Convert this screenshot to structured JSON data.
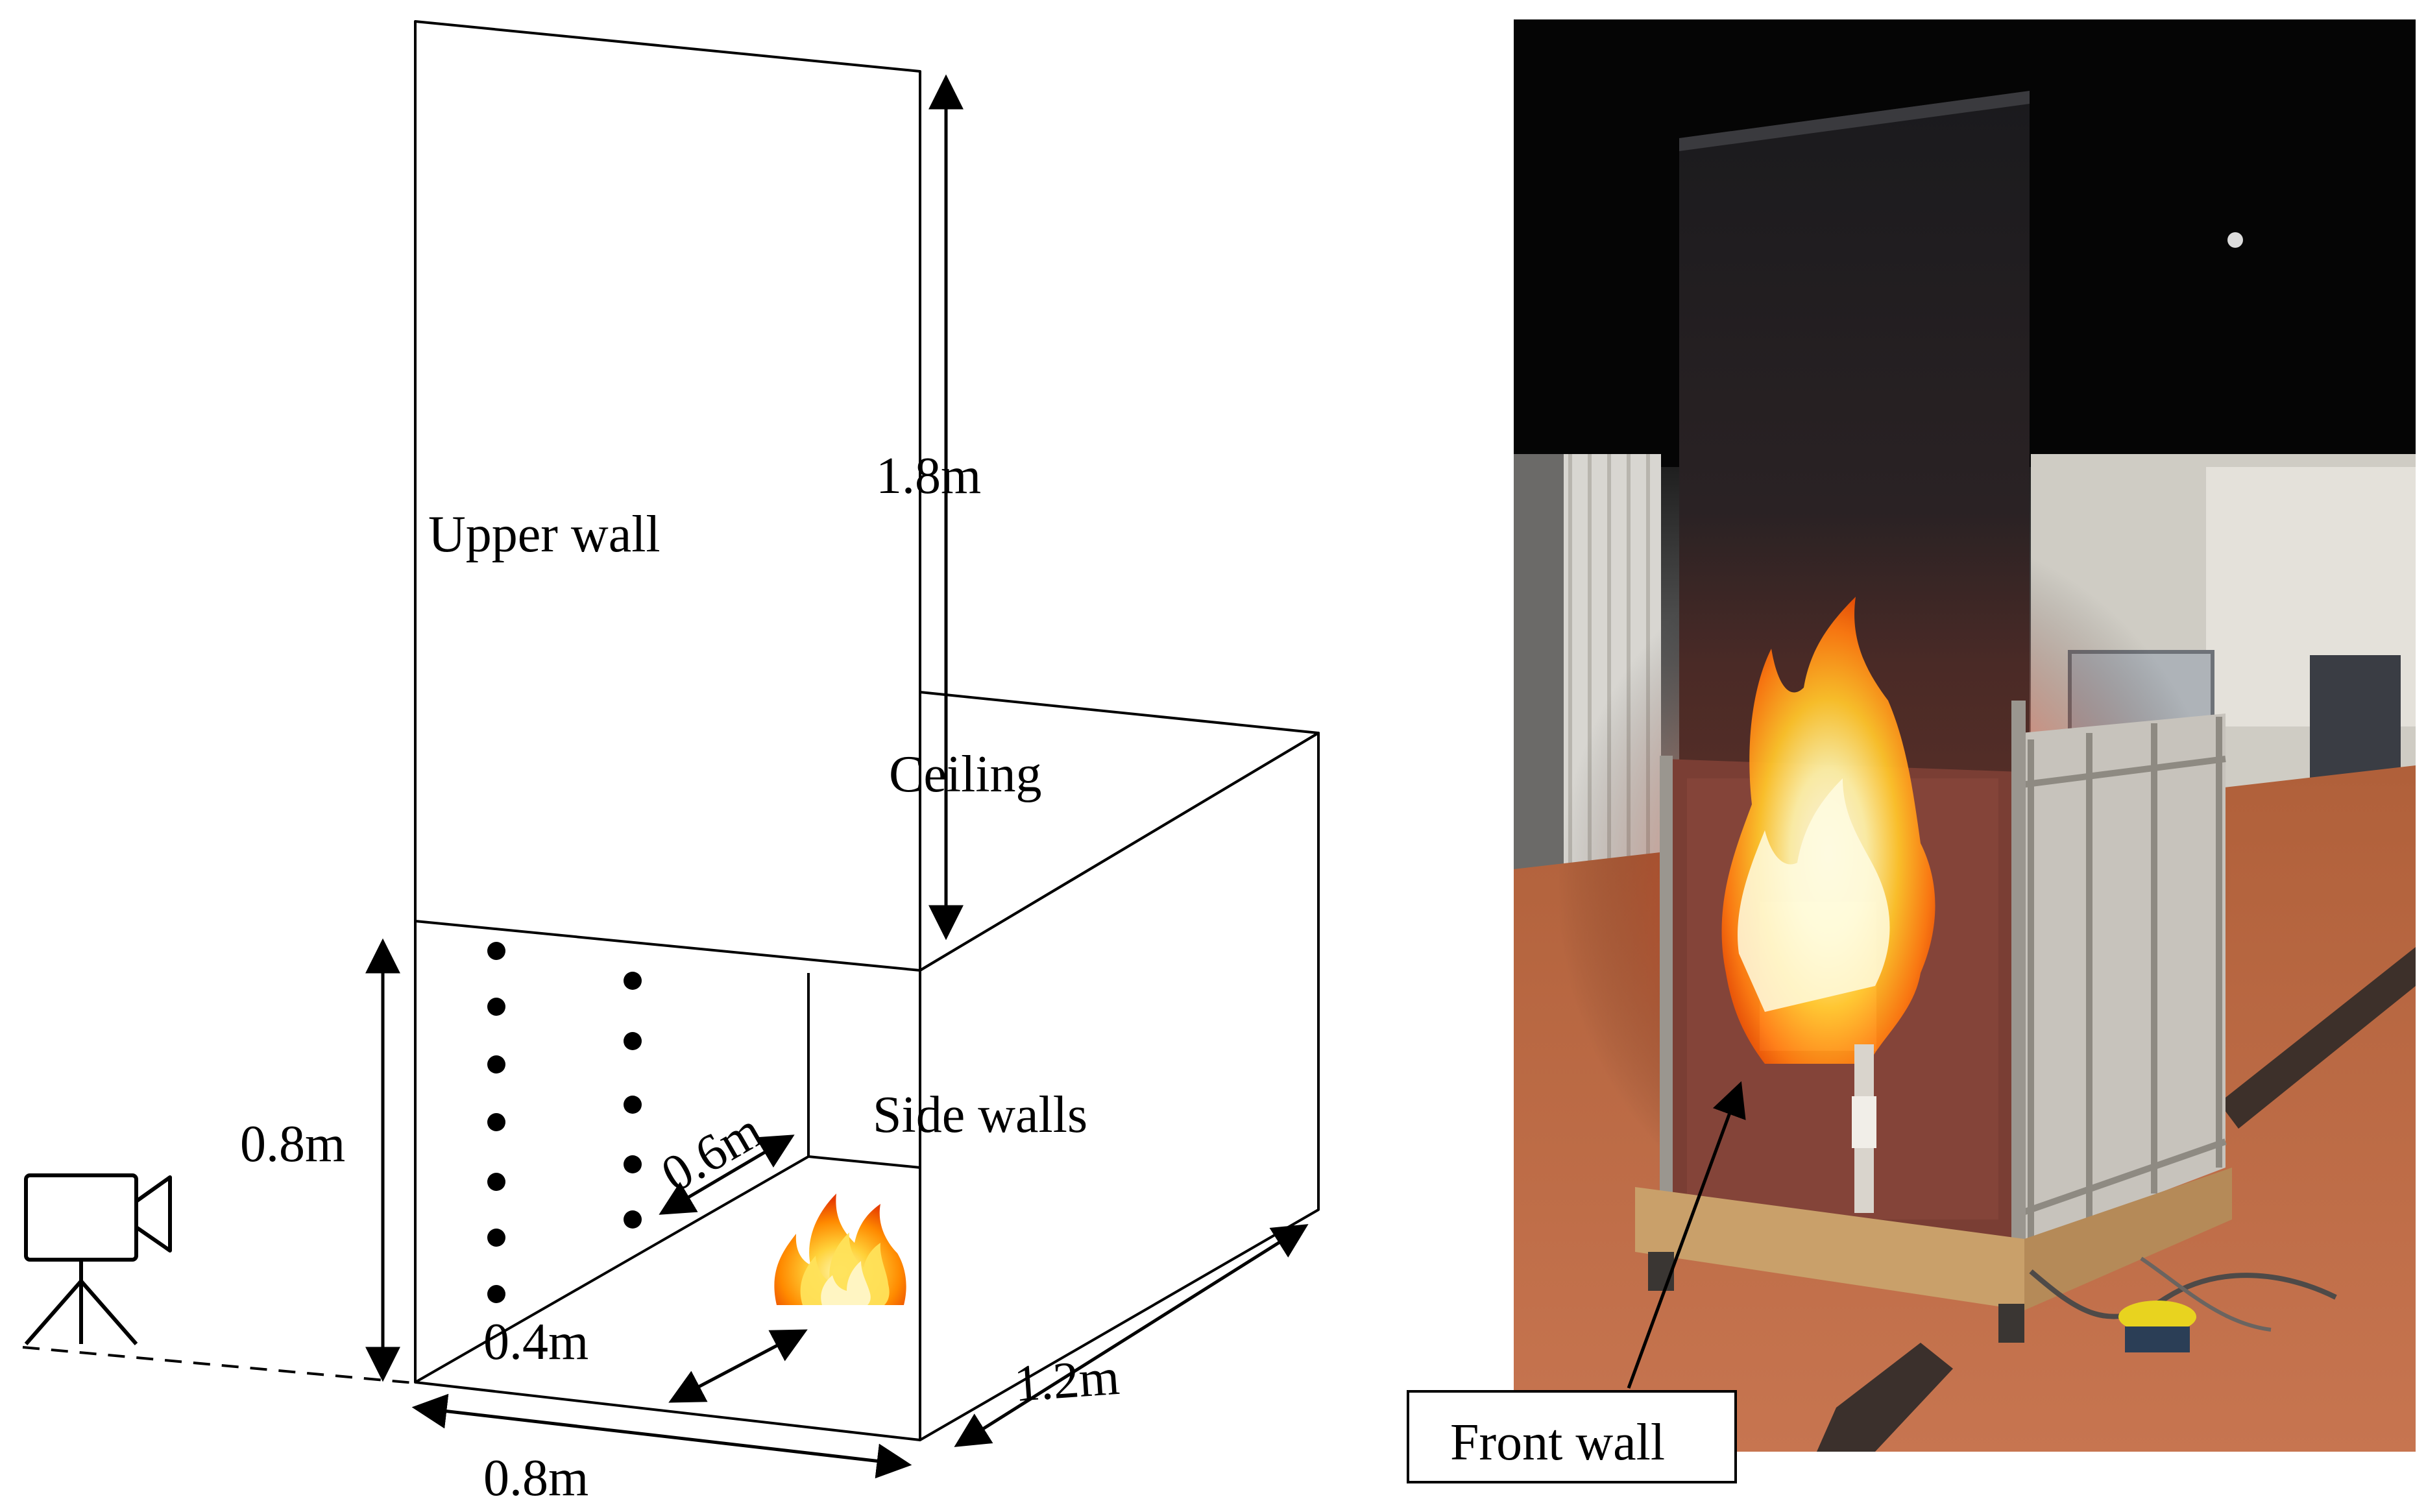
{
  "diagram": {
    "labels": {
      "upper_wall": "Upper wall",
      "ceiling": "Ceiling",
      "side_walls": "Side walls",
      "front_wall": "Front wall"
    },
    "dimensions": {
      "upper_wall_height": "1.8m",
      "compartment_height": "0.8m",
      "compartment_width": "0.8m",
      "compartment_depth": "1.2m",
      "thermocouple_spacing": "0.6m",
      "burner_offset": "0.4m"
    },
    "icons": {
      "camera": "video-camera-icon",
      "fire": "fire-icon"
    }
  },
  "photo": {
    "description_visible": false
  }
}
